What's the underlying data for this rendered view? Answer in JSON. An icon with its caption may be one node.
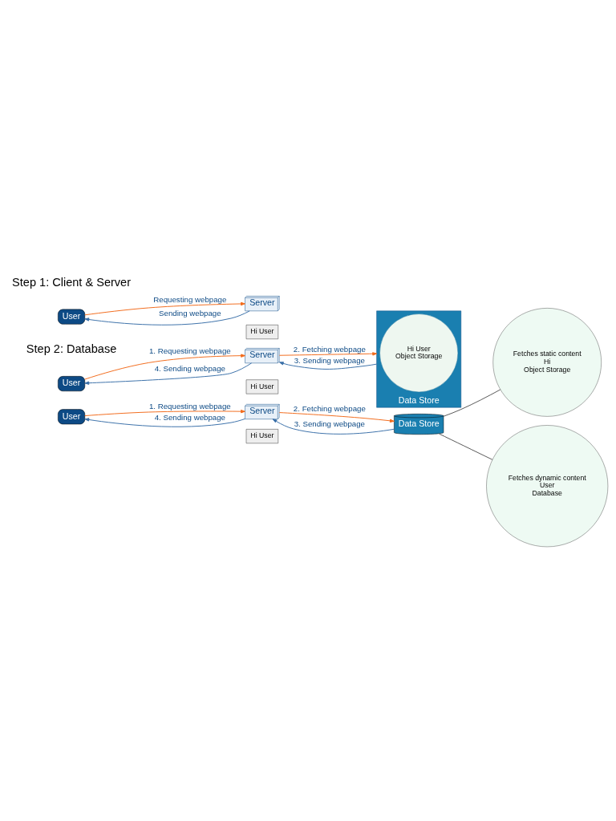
{
  "diagram": {
    "nodes": [
      {
        "text": [
          "User"
        ]
      },
      {
        "text": [
          "Server"
        ]
      },
      {
        "text": [
          "User"
        ]
      },
      {
        "text": [
          "Server"
        ]
      },
      {
        "text": [
          "Data Store"
        ]
      },
      {
        "text": [
          "Hi User",
          "Object Storage"
        ],
        "in": 4
      },
      {
        "text": [
          "User"
        ]
      },
      {
        "text": [
          "Server"
        ]
      },
      {
        "text": [
          "Data Store"
        ]
      },
      {
        "text": [
          "Fetches static content",
          "Hi",
          "Object Storage"
        ]
      },
      {
        "text": [
          "Fetches dynamic content",
          "User",
          "Database"
        ]
      }
    ],
    "edges": [
      {
        "from": 0,
        "to": 1,
        "arrow": "to",
        "label": "Requesting webpage",
        "color": "#f26a1b"
      },
      {
        "from": 1,
        "to": 0,
        "arrow": "to",
        "label": "Sending webpage",
        "color": "#3a6fa8"
      },
      {
        "from": 2,
        "to": 3,
        "arrow": "to",
        "label": "1. Requesting webpage",
        "color": "#f26a1b"
      },
      {
        "from": 3,
        "to": 2,
        "arrow": "to",
        "label": "4. Sending webpage",
        "color": "#3a6fa8"
      },
      {
        "from": 3,
        "to": 4,
        "arrow": "to",
        "label": "2. Fetching webpage",
        "color": "#f26a1b"
      },
      {
        "from": 4,
        "to": 3,
        "arrow": "to",
        "label": "3. Sending webpage",
        "color": "#3a6fa8"
      },
      {
        "from": 6,
        "to": 7,
        "arrow": "to",
        "label": "1. Requesting webpage",
        "color": "#f26a1b"
      },
      {
        "from": 7,
        "to": 6,
        "arrow": "to",
        "label": "4. Sending webpage",
        "color": "#3a6fa8"
      },
      {
        "from": 7,
        "to": 8,
        "arrow": "to",
        "label": "2. Fetching webpage",
        "color": "#f26a1b"
      },
      {
        "from": 8,
        "to": 7,
        "arrow": "to",
        "label": "3. Sending webpage",
        "color": "#3a6fa8"
      },
      {
        "from": 8,
        "to": 9,
        "arrow": "none",
        "color": "#555555"
      },
      {
        "from": 8,
        "to": 10,
        "arrow": "none",
        "color": "#555555"
      }
    ],
    "labels": [
      "Step 1: Client & Server",
      "Hi User",
      "Step 2: Database",
      "Hi User",
      "Hi User"
    ]
  }
}
